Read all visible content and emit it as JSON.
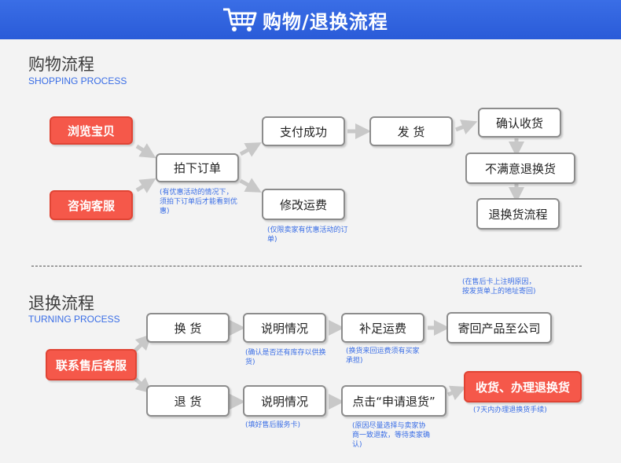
{
  "header": {
    "title": "购物/退换流程"
  },
  "shopping": {
    "title": "购物流程",
    "subtitle": "SHOPPING PROCESS",
    "browse": "浏览宝贝",
    "consult": "咨询客服",
    "place_order": "拍下订单",
    "pay_success": "支付成功",
    "ship": "发 货",
    "confirm_receipt": "确认收货",
    "unsatisfied": "不满意退换货",
    "return_process": "退换货流程",
    "modify_shipping": "修改运费",
    "note_order": "(有优惠活动的情况下，须拍下订单后才能看到优惠)",
    "note_shipping": "(仅限卖家有优惠活动的订单)"
  },
  "returns": {
    "title": "退换流程",
    "subtitle": "TURNING PROCESS",
    "contact_service": "联系售后客服",
    "exchange": "换 货",
    "refund": "退 货",
    "explain1": "说明情况",
    "explain2": "说明情况",
    "add_shipping": "补足运费",
    "send_back": "寄回产品至公司",
    "apply_refund": "点击“申请退货”",
    "receive_process": "收货、办理退换货",
    "note_stock": "(确认是否还有库存以供换货)",
    "note_card": "(填好售后服务卡)",
    "note_shipping_fee": "(换货来回运费须有买家承担)",
    "note_send": "(在售后卡上注明原因，按发货单上的地址寄回)",
    "note_reason": "(原因尽量选择与卖家协商一致退款，等待卖家确认)",
    "note_days": "(7天内办理退换货手续)"
  },
  "colors": {
    "header": "#2f63de",
    "accent_red": "#f5584a",
    "note_blue": "#3a6ee6",
    "arrow_gray": "#c8c8c8"
  }
}
